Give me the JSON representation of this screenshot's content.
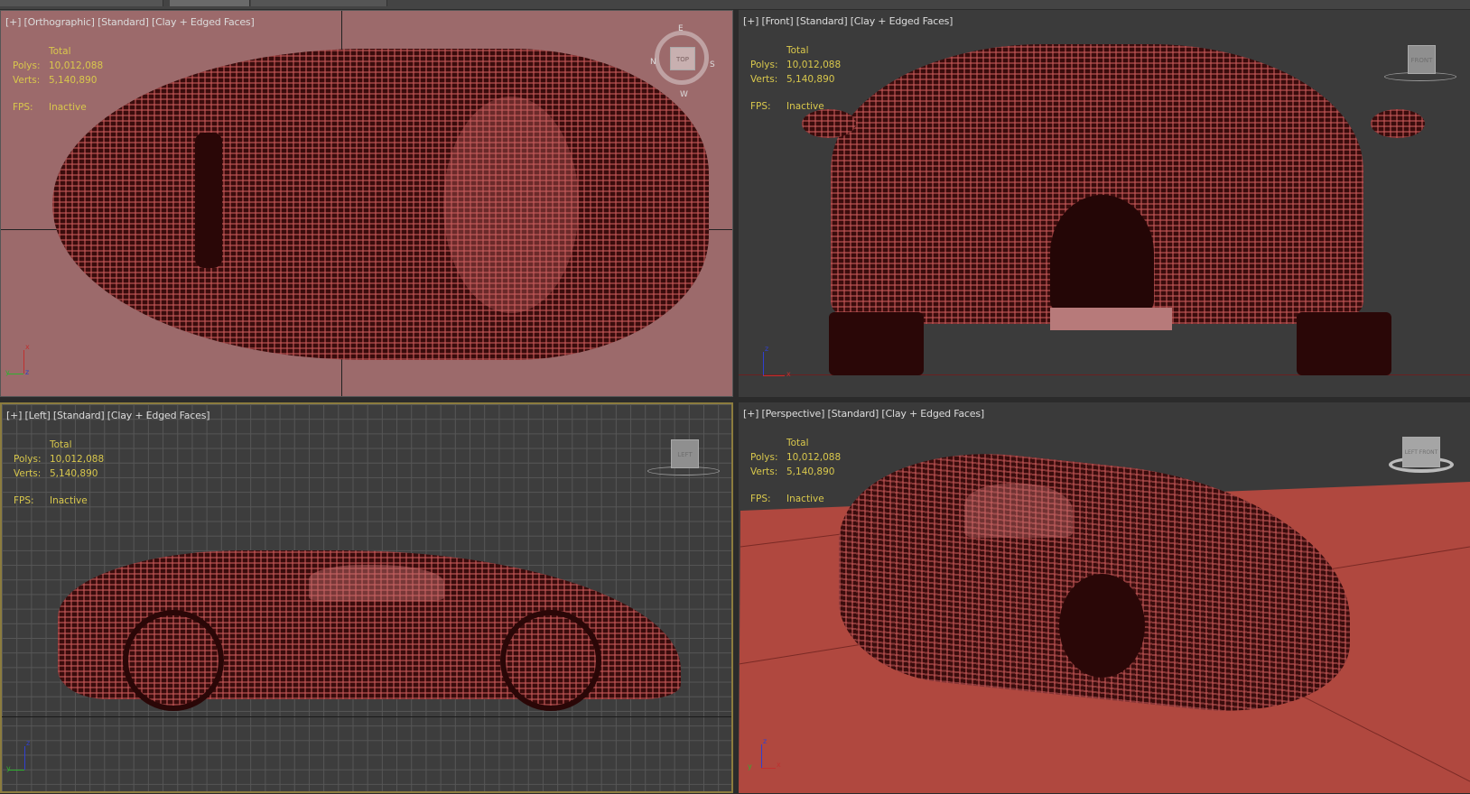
{
  "viewports": [
    {
      "label": "[+] [Orthographic] [Standard] [Clay + Edged Faces]",
      "stats": {
        "header": "Total",
        "polys_label": "Polys:",
        "polys": "10,012,088",
        "verts_label": "Verts:",
        "verts": "5,140,890",
        "fps_label": "FPS:",
        "fps": "Inactive"
      },
      "navcube": "TOP",
      "compass": {
        "n": "N",
        "e": "E",
        "s": "S",
        "w": "W"
      }
    },
    {
      "label": "[+] [Front] [Standard] [Clay + Edged Faces]",
      "stats": {
        "header": "Total",
        "polys_label": "Polys:",
        "polys": "10,012,088",
        "verts_label": "Verts:",
        "verts": "5,140,890",
        "fps_label": "FPS:",
        "fps": "Inactive"
      },
      "navcube": "FRONT"
    },
    {
      "label": "[+] [Left] [Standard] [Clay + Edged Faces]",
      "stats": {
        "header": "Total",
        "polys_label": "Polys:",
        "polys": "10,012,088",
        "verts_label": "Verts:",
        "verts": "5,140,890",
        "fps_label": "FPS:",
        "fps": "Inactive"
      },
      "navcube": "LEFT"
    },
    {
      "label": "[+] [Perspective] [Standard] [Clay + Edged Faces]",
      "stats": {
        "header": "Total",
        "polys_label": "Polys:",
        "polys": "10,012,088",
        "verts_label": "Verts:",
        "verts": "5,140,890",
        "fps_label": "FPS:",
        "fps": "Inactive"
      },
      "navcube": "LEFT FRONT"
    }
  ],
  "axes": {
    "x": "x",
    "y": "y",
    "z": "z"
  },
  "colors": {
    "stats_text": "#d9c84c",
    "clay": "#9c6a6b",
    "mesh": "#3a0c0c",
    "floor": "#b0483f",
    "active_border": "#8c7c3e"
  }
}
